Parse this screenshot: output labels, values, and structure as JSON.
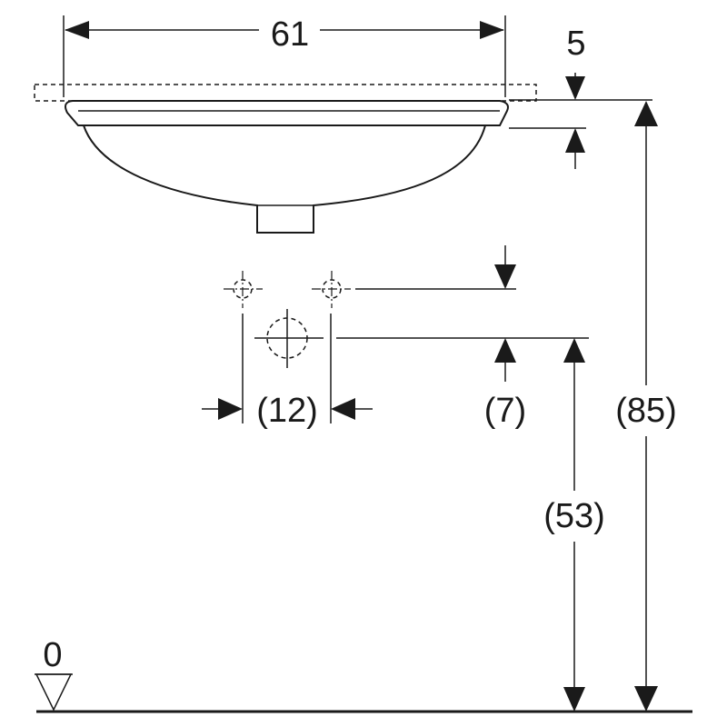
{
  "diagram": {
    "labels": {
      "width_top": "61",
      "rim_thickness": "5",
      "total_height": "(85)",
      "drain_height": "(53)",
      "tap_offset": "(7)",
      "tap_spacing": "(12)",
      "floor_level": "0"
    }
  }
}
